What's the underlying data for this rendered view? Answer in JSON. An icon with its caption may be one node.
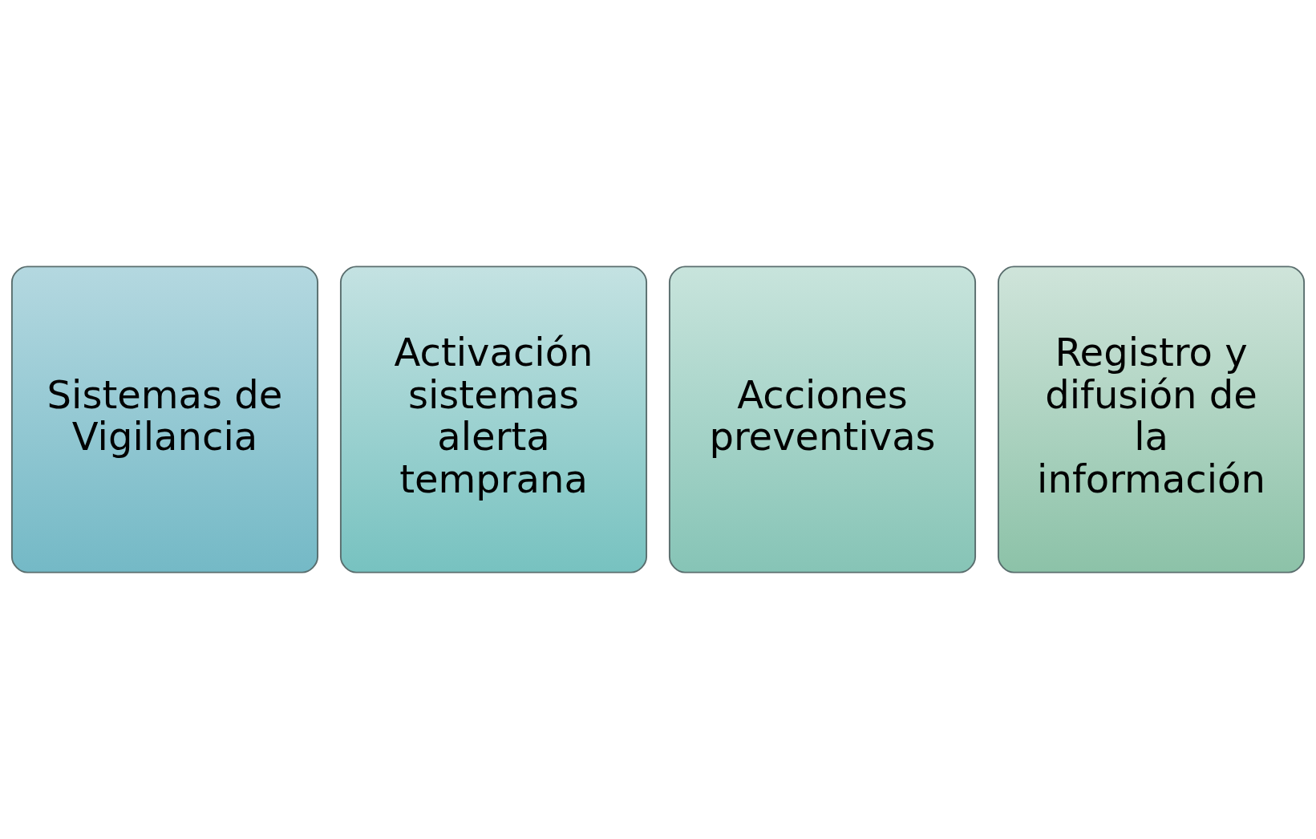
{
  "diagram": {
    "nodes": [
      {
        "text": [
          "Sistemas de Vigilancia"
        ]
      },
      {
        "text": [
          "Activación sistemas alerta temprana"
        ]
      },
      {
        "text": [
          "Acciones preventivas"
        ]
      },
      {
        "text": [
          "Registro y difusión de la información"
        ]
      }
    ]
  }
}
